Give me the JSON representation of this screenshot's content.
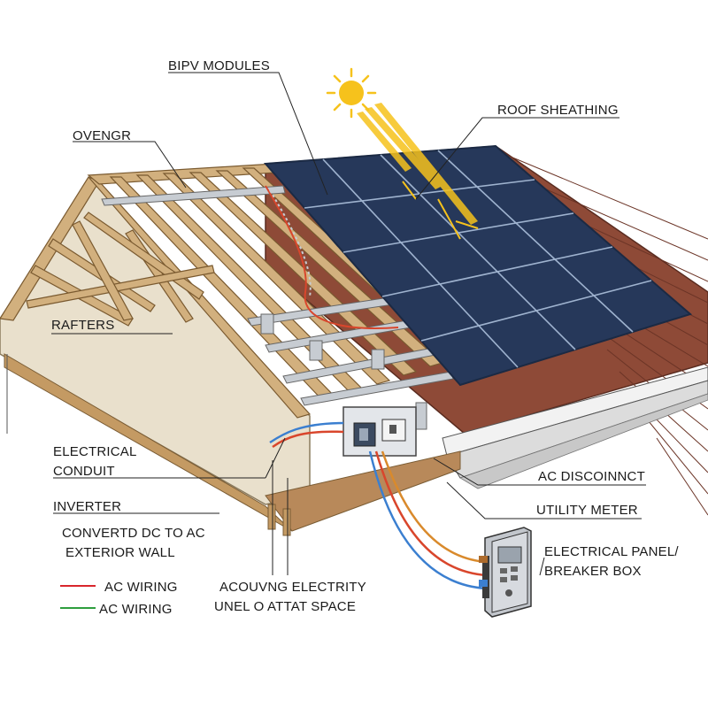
{
  "labels": {
    "bipv_modules": "BIPV MODULES",
    "roof_sheathing": "ROOF SHEATHING",
    "ovengr": "OVENGR",
    "rafters": "RAFTERS",
    "electrical_conduit_1": "ELECTRICAL",
    "electrical_conduit_2": "CONDUIT",
    "inverter": "INVERTER",
    "convert_1": "CONVERTD DC TO AC",
    "convert_2": "EXTERIOR WALL",
    "ac_disconnect": "AC DISCOINNCT",
    "utility_meter": "UTILITY METER",
    "panel_1": "ELECTRICAL PANEL/",
    "panel_2": "BREAKER BOX",
    "attic_1": "ACOUVNG ELECTRITY",
    "attic_2": "UNEL O ATTAT SPACE"
  },
  "legend": [
    {
      "label": "AC WIRING",
      "color": "#d9262c"
    },
    {
      "label": "AC WIRING",
      "color": "#2e9e3e"
    }
  ],
  "colors": {
    "sun": "#f6c21c",
    "panel": "#26385a",
    "shingle": "#8e4a37",
    "wood": "#c9a97a",
    "insulation": "#e9e0cc",
    "wire_red": "#d9462c",
    "wire_blue": "#3b7fd0"
  },
  "icons": {
    "sun": "sun-icon",
    "breaker_box": "breaker-box-icon",
    "disconnect_box": "disconnect-box-icon"
  }
}
